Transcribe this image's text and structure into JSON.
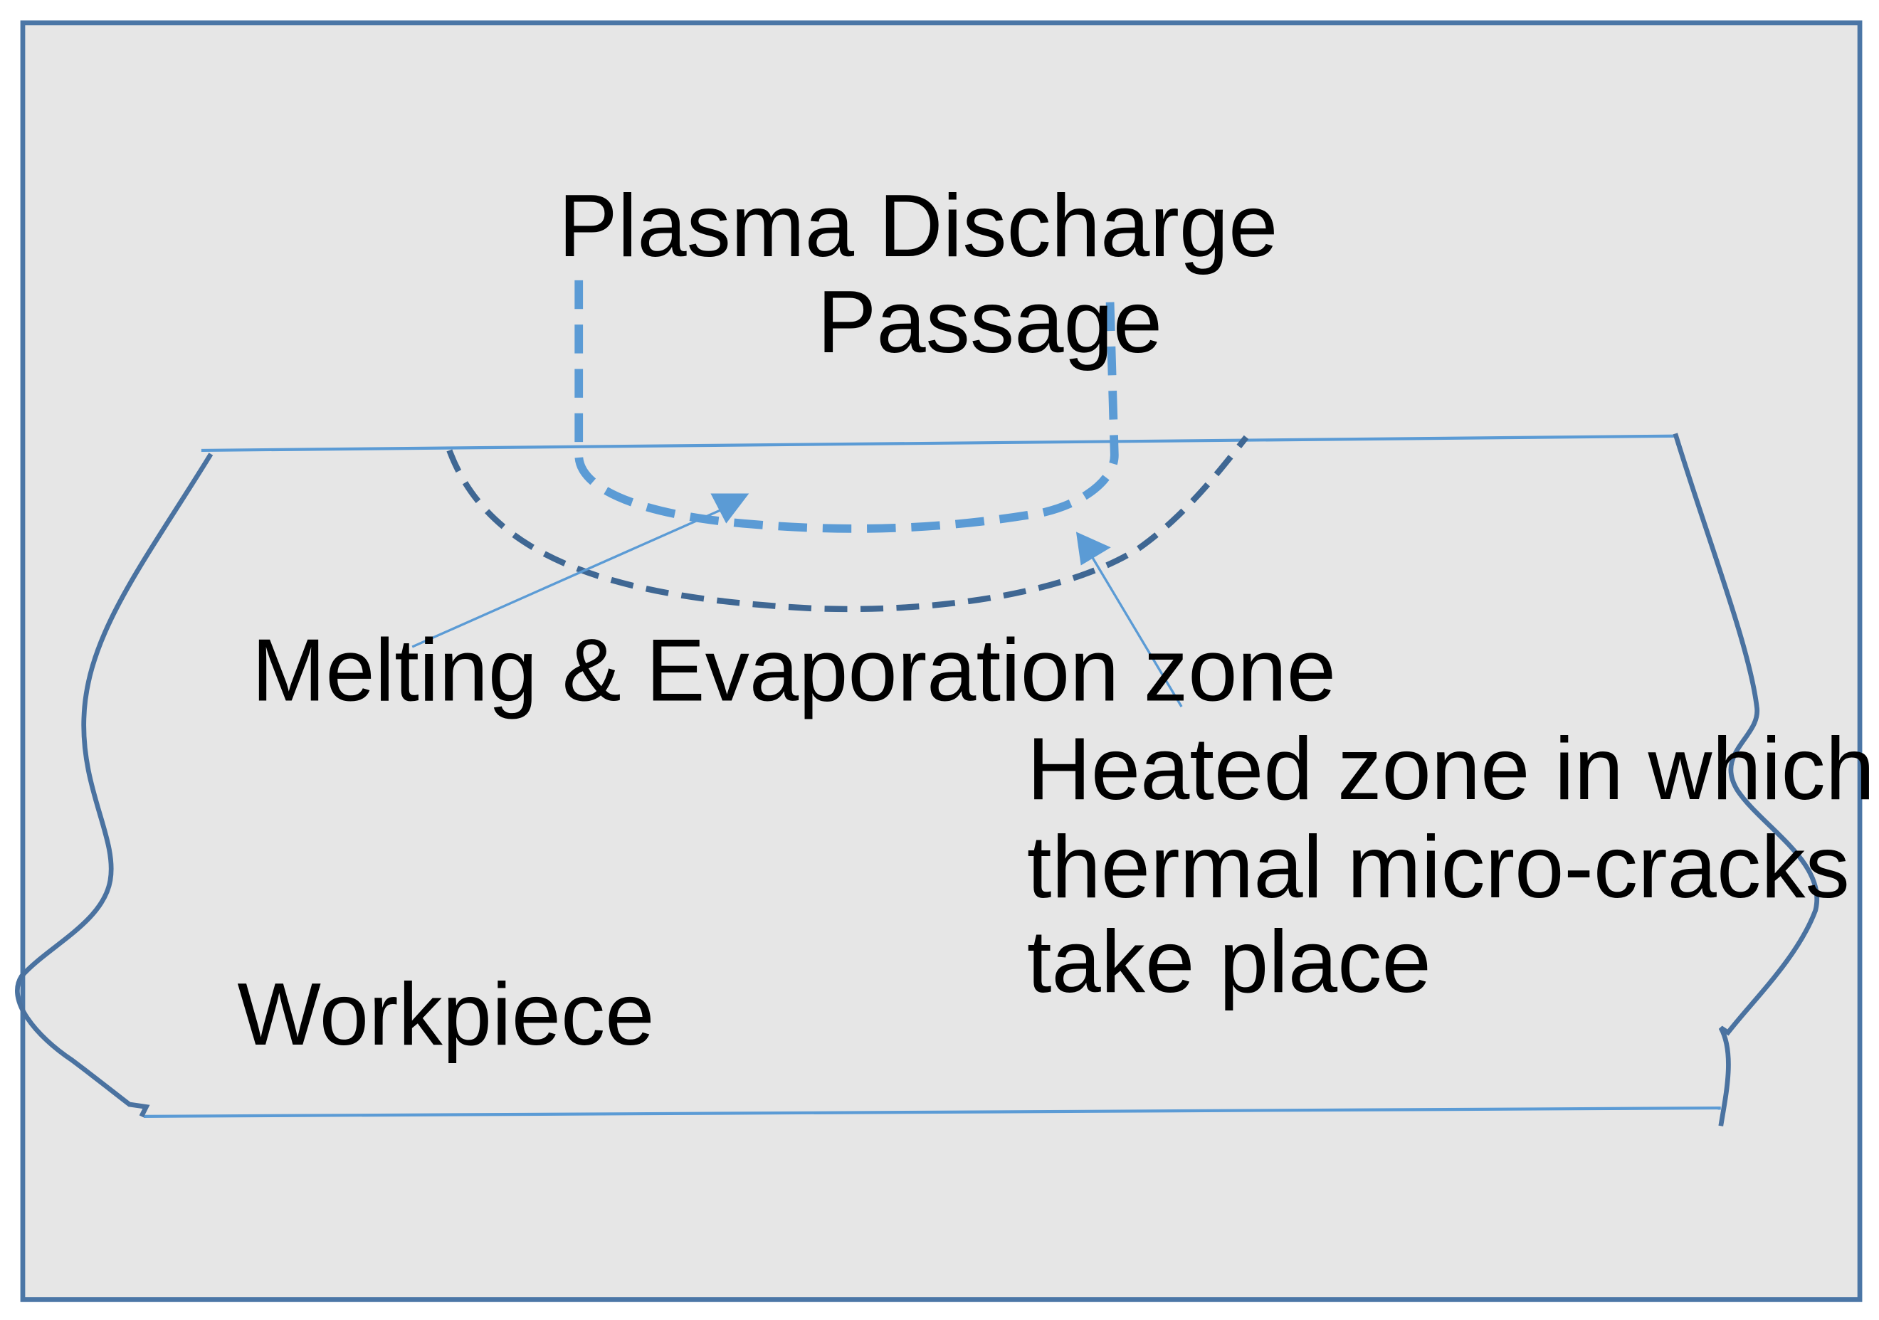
{
  "labels": {
    "plasma_title": "Plasma Discharge",
    "plasma_sub": "Passage",
    "melting_zone": "Melting & Evaporation zone",
    "heated_zone_line1": "Heated zone in which",
    "heated_zone_line2": "thermal micro-cracks may",
    "heated_zone_line3": "take place",
    "workpiece": "Workpiece"
  },
  "colors": {
    "background": "#e6e6e6",
    "frame": "#4b76a6",
    "workpiece_outline": "#4a72a0",
    "plasma_dash": "#5b9bd5",
    "heated_dash": "#3f6793",
    "annotation": "#5b9bd5",
    "text": "#000000"
  }
}
